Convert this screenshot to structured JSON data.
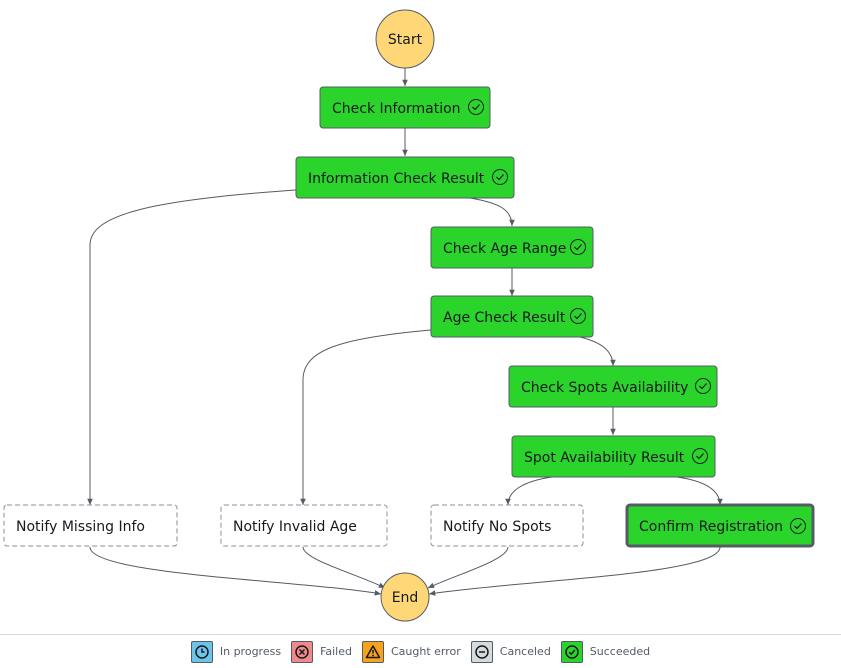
{
  "diagram": {
    "start_label": "Start",
    "end_label": "End",
    "states": {
      "check_information": "Check Information",
      "information_check_result": "Information Check Result",
      "check_age_range": "Check Age Range",
      "age_check_result": "Age Check Result",
      "check_spots_availability": "Check Spots Availability",
      "spot_availability_result": "Spot Availability Result",
      "notify_missing_info": "Notify Missing Info",
      "notify_invalid_age": "Notify Invalid Age",
      "notify_no_spots": "Notify No Spots",
      "confirm_registration": "Confirm Registration"
    },
    "status": {
      "check_information": "succeeded",
      "information_check_result": "succeeded",
      "check_age_range": "succeeded",
      "age_check_result": "succeeded",
      "check_spots_availability": "succeeded",
      "spot_availability_result": "succeeded",
      "notify_missing_info": "not-run",
      "notify_invalid_age": "not-run",
      "notify_no_spots": "not-run",
      "confirm_registration": "succeeded-selected"
    }
  },
  "legend": {
    "in_progress": "In progress",
    "failed": "Failed",
    "caught_error": "Caught error",
    "canceled": "Canceled",
    "succeeded": "Succeeded"
  },
  "colors": {
    "succeeded": "#2bd42b",
    "start_end": "#ffd777",
    "in_progress": "#6cc5e8",
    "failed": "#f08a8a",
    "caught_error": "#f7a21b",
    "canceled": "#d5dbdb",
    "edge": "#545b64"
  }
}
